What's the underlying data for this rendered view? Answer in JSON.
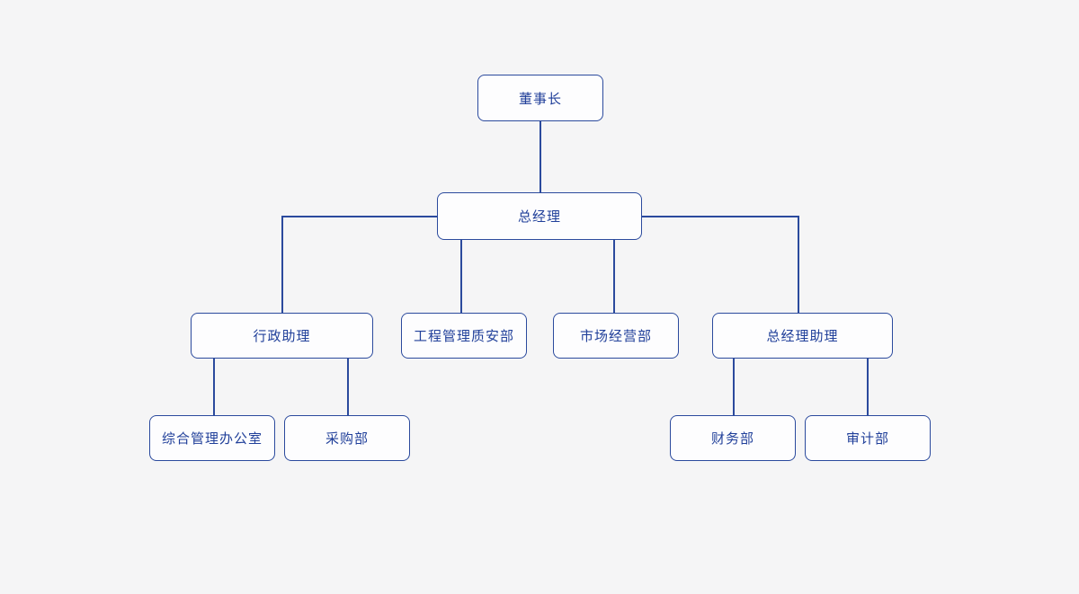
{
  "theme": {
    "background": "#f5f5f6",
    "node_fill": "#fdfdfe",
    "node_border": "#2b4a9d",
    "text_color": "#21409a",
    "line_color": "#2b4a9d"
  },
  "chart_data": {
    "type": "org-chart",
    "nodes": [
      {
        "id": "chairman",
        "label": "董事长",
        "level": 1,
        "parent": null
      },
      {
        "id": "general-manager",
        "label": "总经理",
        "level": 2,
        "parent": "chairman"
      },
      {
        "id": "admin-assistant",
        "label": "行政助理",
        "level": 3,
        "parent": "general-manager"
      },
      {
        "id": "eng-quality",
        "label": "工程管理质安部",
        "level": 3,
        "parent": "general-manager"
      },
      {
        "id": "market",
        "label": "市场经营部",
        "level": 3,
        "parent": "general-manager"
      },
      {
        "id": "gm-assistant",
        "label": "总经理助理",
        "level": 3,
        "parent": "general-manager"
      },
      {
        "id": "office",
        "label": "综合管理办公室",
        "level": 4,
        "parent": "admin-assistant"
      },
      {
        "id": "procurement",
        "label": "采购部",
        "level": 4,
        "parent": "admin-assistant"
      },
      {
        "id": "finance",
        "label": "财务部",
        "level": 4,
        "parent": "gm-assistant"
      },
      {
        "id": "audit",
        "label": "审计部",
        "level": 4,
        "parent": "gm-assistant"
      }
    ]
  }
}
